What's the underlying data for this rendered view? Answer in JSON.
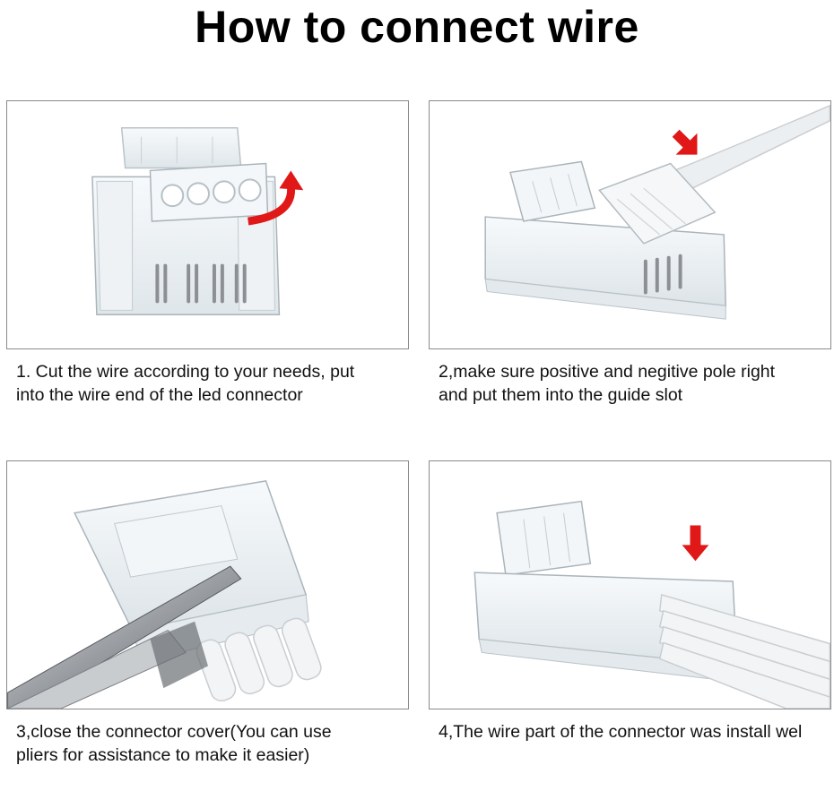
{
  "title": "How to connect wire",
  "steps": [
    {
      "line1": "1. Cut the wire according to your needs, put",
      "line2": "into the wire end of the led connector",
      "image_icon": "connector-open-cover-icon",
      "arrow_color": "#e01818"
    },
    {
      "line1": "2,make sure positive and negitive pole right",
      "line2": "and put them into the guide slot",
      "image_icon": "wire-into-guide-slot-icon",
      "arrow_color": "#e01818"
    },
    {
      "line1": "3,close the connector cover(You can use",
      "line2": "pliers for assistance to make it easier)",
      "image_icon": "pliers-closing-cover-icon"
    },
    {
      "line1": "4,The wire part of the connector was install wel",
      "line2": "",
      "image_icon": "installed-connector-icon",
      "arrow_color": "#e01818"
    }
  ]
}
